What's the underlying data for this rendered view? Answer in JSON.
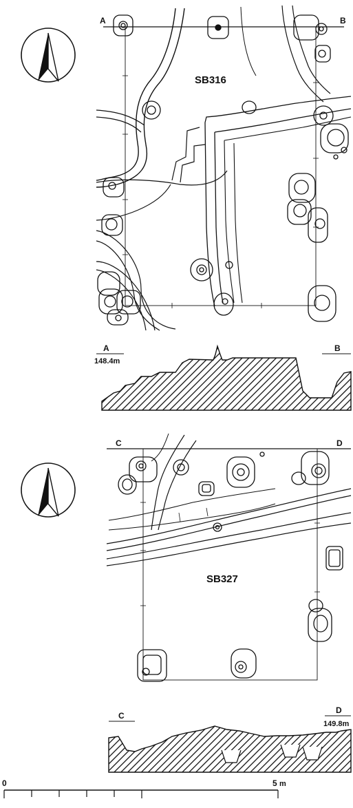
{
  "plan1": {
    "label": "SB316",
    "point_a": "A",
    "point_b": "B"
  },
  "section1": {
    "label_a": "A",
    "label_b": "B",
    "elevation": "148.4m"
  },
  "plan2": {
    "label": "SB327",
    "point_c": "C",
    "point_d": "D"
  },
  "section2": {
    "label_c": "C",
    "label_d": "D",
    "elevation": "149.8m"
  },
  "scale": {
    "zero": "0",
    "five": "5",
    "unit": "m"
  },
  "colors": {
    "ink": "#111111",
    "paper": "#ffffff"
  }
}
